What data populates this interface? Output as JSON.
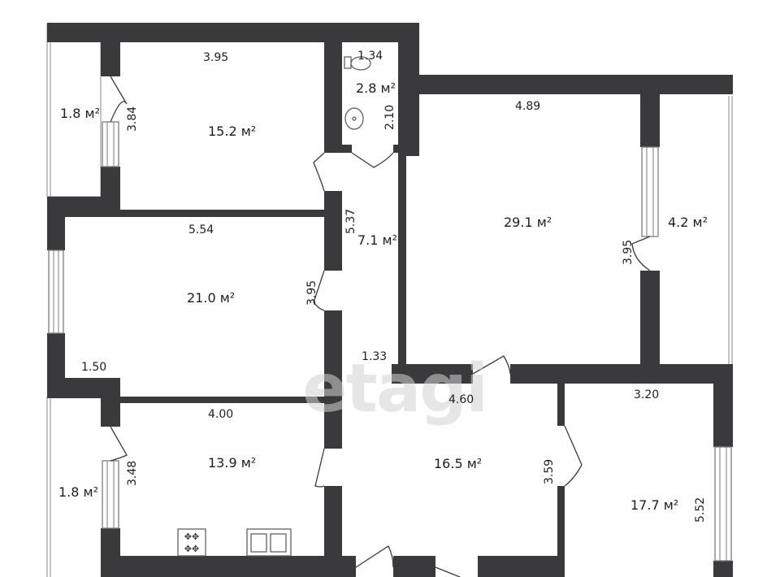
{
  "watermark": "etagi",
  "rooms": [
    {
      "id": "balcony-top-left",
      "area": "1.8 м²"
    },
    {
      "id": "room-top-left",
      "area": "15.2 м²",
      "width": "3.95",
      "length": "3.84"
    },
    {
      "id": "bathroom",
      "area": "2.8 м²",
      "width": "1.34",
      "length": "2.10"
    },
    {
      "id": "living-room",
      "area": "29.1 м²",
      "width": "4.89",
      "length": "3.95"
    },
    {
      "id": "balcony-right",
      "area": "4.2 м²"
    },
    {
      "id": "corridor",
      "area": "7.1 м²",
      "length": "5.37",
      "width": "1.33"
    },
    {
      "id": "room-mid-left",
      "area": "21.0 м²",
      "width": "5.54",
      "length": "3.95",
      "extra": "1.50"
    },
    {
      "id": "kitchen",
      "area": "13.9 м²",
      "width": "4.00",
      "length": "3.48"
    },
    {
      "id": "balcony-bottom-left",
      "area": "1.8 м²"
    },
    {
      "id": "hall",
      "area": "16.5 м²",
      "width": "4.60",
      "length": "3.59"
    },
    {
      "id": "room-bottom-right",
      "area": "17.7 м²",
      "width": "3.20",
      "length": "5.52"
    }
  ],
  "fixtures": [
    "toilet-icon",
    "sink-icon",
    "stove-icon",
    "kitchen-sink-icon"
  ],
  "colors": {
    "wall": "#3a3a3c",
    "background": "#ffffff",
    "watermark": "#d3d3d3"
  }
}
